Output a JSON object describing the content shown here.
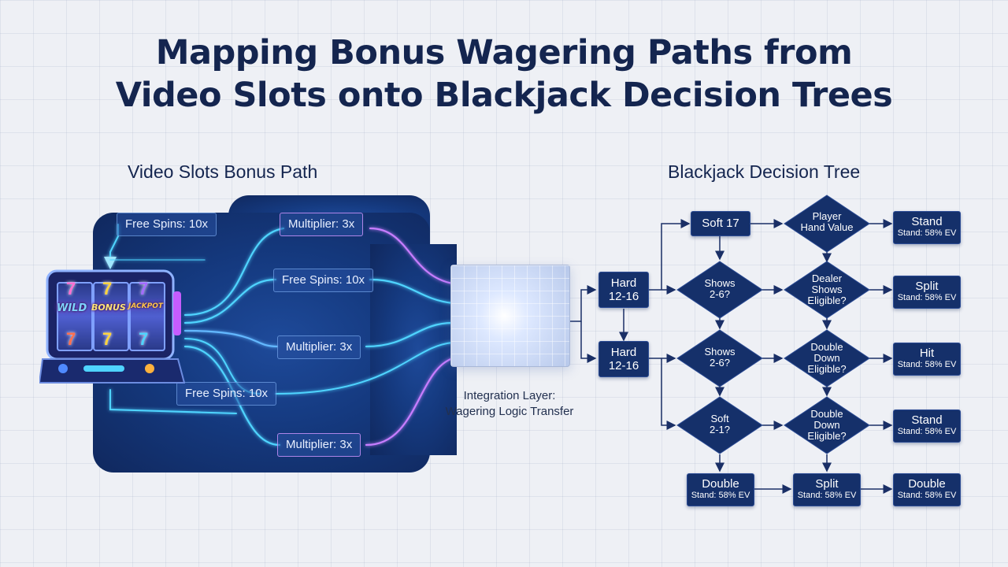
{
  "title": {
    "line1": "Mapping Bonus Wagering Paths from",
    "line2": "Video Slots onto Blackjack Decision Trees"
  },
  "slots": {
    "section_title": "Video Slots Bonus Path",
    "machine_reels": [
      "WILD",
      "BONUS",
      "JACKPOT"
    ],
    "tags": [
      "Free Spins: 10x",
      "Multiplier: 3x",
      "Free Spins: 10x",
      "Multiplier: 3x",
      "Free Spins: 10x",
      "Multiplier: 3x"
    ]
  },
  "integration": {
    "line1": "Integration Layer:",
    "line2": "Wagering Logic Transfer"
  },
  "blackjack": {
    "section_title": "Blackjack Decision Tree",
    "start_nodes": [
      {
        "line1": "Hard",
        "line2": "12-16"
      },
      {
        "line1": "Hard",
        "line2": "12-16"
      }
    ],
    "soft17": "Soft 17",
    "diamonds_col1": [
      {
        "line1": "Shows",
        "line2": "2-6?"
      },
      {
        "line1": "Shows",
        "line2": "2-6?"
      },
      {
        "line1": "Soft",
        "line2": "2-1?"
      }
    ],
    "diamonds_col2": [
      {
        "line1": "Player",
        "line2": "Hand Value",
        "line3": ""
      },
      {
        "line1": "Dealer",
        "line2": "Shows",
        "line3": "Eligible?"
      },
      {
        "line1": "Double",
        "line2": "Down",
        "line3": "Eligible?"
      },
      {
        "line1": "Double",
        "line2": "Down",
        "line3": "Eligible?"
      }
    ],
    "outcomes": [
      {
        "title": "Stand",
        "sub": "Stand: 58% EV"
      },
      {
        "title": "Split",
        "sub": "Stand: 58% EV"
      },
      {
        "title": "Hit",
        "sub": "Stand: 58% EV"
      },
      {
        "title": "Stand",
        "sub": "Stand: 58% EV"
      }
    ],
    "bottom_row": [
      {
        "title": "Double",
        "sub": "Stand: 58% EV"
      },
      {
        "title": "Split",
        "sub": "Stand: 58% EV"
      },
      {
        "title": "Double",
        "sub": "Stand: 58% EV"
      }
    ]
  },
  "colors": {
    "title": "#14254f",
    "panel": "#153a80",
    "node": "#15306a",
    "glow_cyan": "#4fd4ff",
    "glow_purple": "#c77dff"
  }
}
